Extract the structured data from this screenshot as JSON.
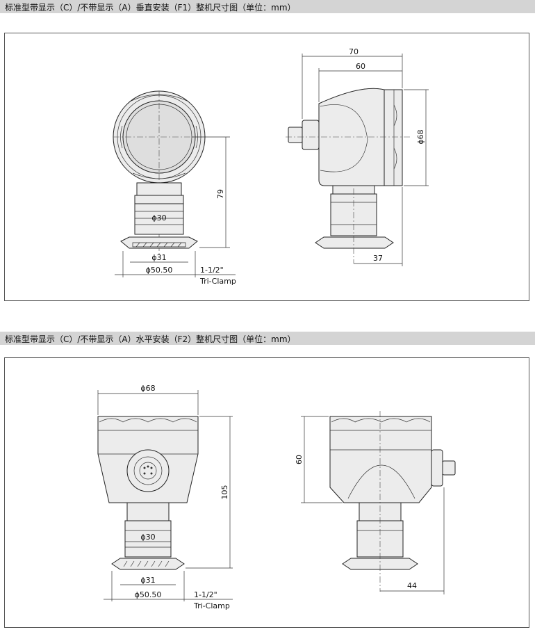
{
  "sections": [
    {
      "title": "标准型带显示（C）/不带显示（A）垂直安装（F1）整机尺寸图（单位：mm）",
      "front_view": {
        "d_neck": "ϕ30",
        "d_clamp": "ϕ31",
        "d_flange": "ϕ50.50",
        "height": "79",
        "conn_1": "1-1/2\"",
        "conn_2": "Tri-Clamp"
      },
      "side_view": {
        "width_total": "70",
        "width_body": "60",
        "diameter": "ϕ68",
        "offset": "37"
      }
    },
    {
      "title": "标准型带显示（C）/不带显示（A）水平安装（F2）整机尺寸图（单位：mm）",
      "front_view": {
        "d_head": "ϕ68",
        "height": "105",
        "d_neck": "ϕ30",
        "d_clamp": "ϕ31",
        "d_flange": "ϕ50.50",
        "conn_1": "1-1/2\"",
        "conn_2": "Tri-Clamp"
      },
      "side_view": {
        "height": "60",
        "offset": "44"
      }
    }
  ]
}
